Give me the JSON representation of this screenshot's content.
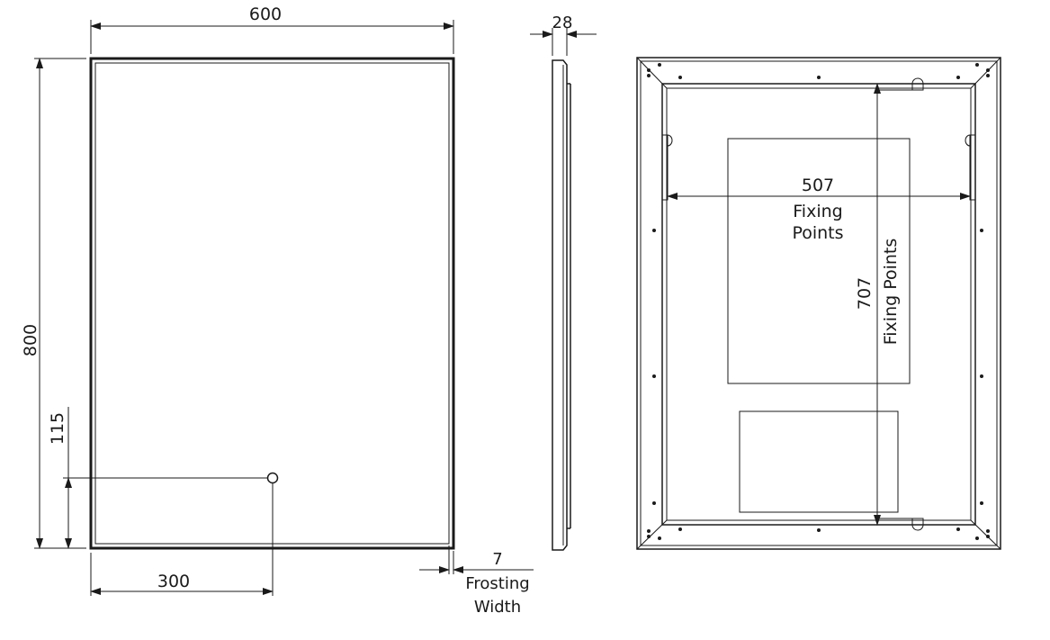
{
  "front_view": {
    "width_label": "600",
    "height_label": "800",
    "switch_offset_label": "300",
    "switch_height_label": "115",
    "frosting_label": "7",
    "frosting_caption_line1": "Frosting",
    "frosting_caption_line2": "Width"
  },
  "side_view": {
    "depth_label": "28"
  },
  "rear_view": {
    "horizontal_label": "507",
    "horizontal_caption_line1": "Fixing",
    "horizontal_caption_line2": "Points",
    "vertical_label": "707",
    "vertical_caption": "Fixing Points"
  },
  "colors": {
    "line": "#1a1a1a",
    "background": "#ffffff"
  }
}
